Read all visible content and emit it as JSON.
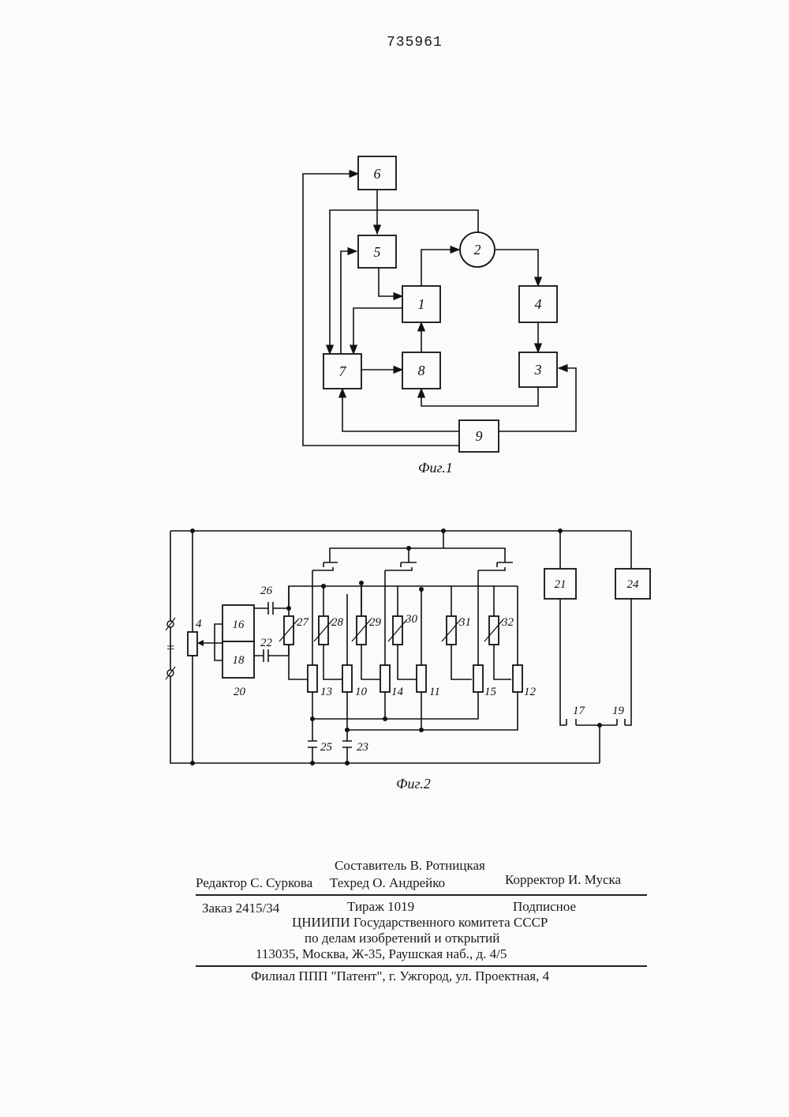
{
  "patent_number": "735961",
  "fig1": {
    "caption": "Фиг.1",
    "blocks": {
      "b1": "1",
      "b2": "2",
      "b3": "3",
      "b4": "4",
      "b5": "5",
      "b6": "6",
      "b7": "7",
      "b8": "8",
      "b9": "9"
    }
  },
  "fig2": {
    "caption": "Фиг.2",
    "terminal_symbol": "=",
    "labels": {
      "n4": "4",
      "n16": "16",
      "n18": "18",
      "n20": "20",
      "n21": "21",
      "n24": "24",
      "n26": "26",
      "n22": "22",
      "n27": "27",
      "n28": "28",
      "n29": "29",
      "n30": "30",
      "n31": "31",
      "n32": "32",
      "n13": "13",
      "n10": "10",
      "n14": "14",
      "n11": "11",
      "n15": "15",
      "n12": "12",
      "n17": "17",
      "n19": "19",
      "n25": "25",
      "n23": "23"
    }
  },
  "imprint": {
    "compiler": "Составитель В. Ротницкая",
    "editor": "Редактор С. Суркова",
    "techred": "Техред О. Андрейко",
    "corrector": "Корректор И. Муска",
    "order": "Заказ 2415/34",
    "circulation": "Тираж 1019",
    "subscription": "Подписное",
    "org_line1": "ЦНИИПИ Государственного комитета СССР",
    "org_line2": "по делам изобретений и открытий",
    "address": "113035, Москва, Ж-35, Раушская наб., д. 4/5",
    "branch": "Филиал ППП \"Патент\", г. Ужгород, ул. Проектная, 4"
  }
}
